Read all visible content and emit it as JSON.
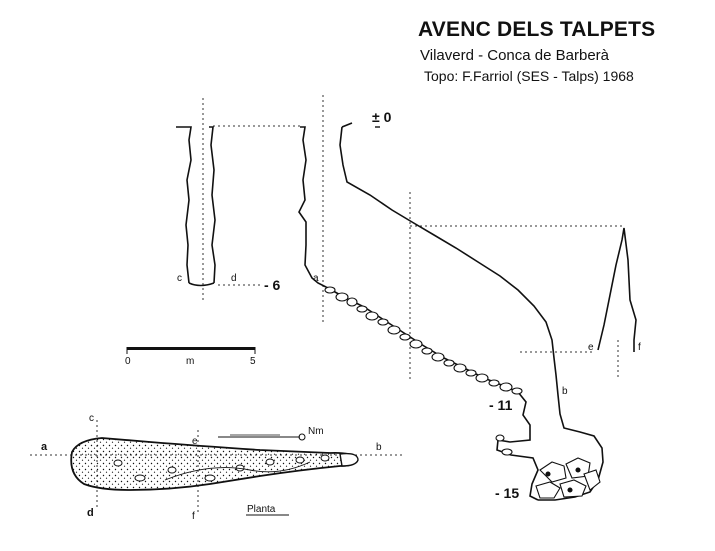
{
  "header": {
    "title": "AVENC DELS TALPETS",
    "subtitle": "Vilaverd - Conca de Barberà",
    "credits": "Topo: F.Farriol (SES - Talps)   1968"
  },
  "depths": {
    "d0": "± 0",
    "d6": "- 6",
    "d11": "- 11",
    "d15": "- 15"
  },
  "section_points": {
    "a": "a",
    "b": "b",
    "c": "c",
    "d": "d",
    "e": "e",
    "f": "f"
  },
  "scale_bar": {
    "start": "0",
    "unit": "m",
    "end": "5"
  },
  "plan": {
    "north": "Nm",
    "label": "Planta",
    "a": "a",
    "b": "b",
    "c": "c",
    "d": "d",
    "e": "e",
    "f": "f"
  }
}
